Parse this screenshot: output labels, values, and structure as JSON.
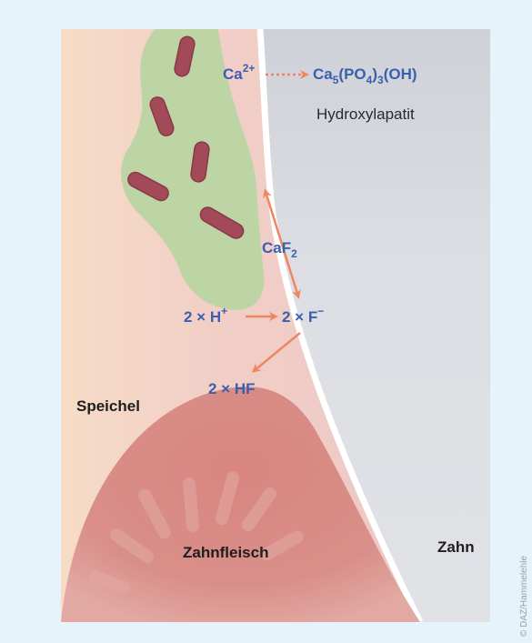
{
  "labels": {
    "ca": "Ca",
    "ca_charge": "2+",
    "hydroxy_formula_a": "Ca",
    "hydroxy_formula_sub1": "5",
    "hydroxy_formula_b": "(PO",
    "hydroxy_formula_sub2": "4",
    "hydroxy_formula_c": ")",
    "hydroxy_formula_sub3": "3",
    "hydroxy_formula_d": "(OH)",
    "hydroxylapatit": "Hydroxylapatit",
    "caf": "CaF",
    "caf_sub": "2",
    "h_plus": "2 × H",
    "h_plus_charge": "+",
    "f_minus": "2 × F",
    "f_minus_charge": "−",
    "hf": "2 × HF",
    "speichel": "Speichel",
    "zahnfleisch": "Zahnfleisch",
    "zahn": "Zahn",
    "credit": "© DAZ/Hammelehle"
  },
  "colors": {
    "background": "#e6f3fb",
    "saliva": "#f4d7cc",
    "tooth": "#d9dbe0",
    "gum": "#d98c86",
    "plaque": "#b8d3a2",
    "bacteria": "#a24a57",
    "arrow": "#ee8660",
    "label_blue": "#3a5fae"
  }
}
